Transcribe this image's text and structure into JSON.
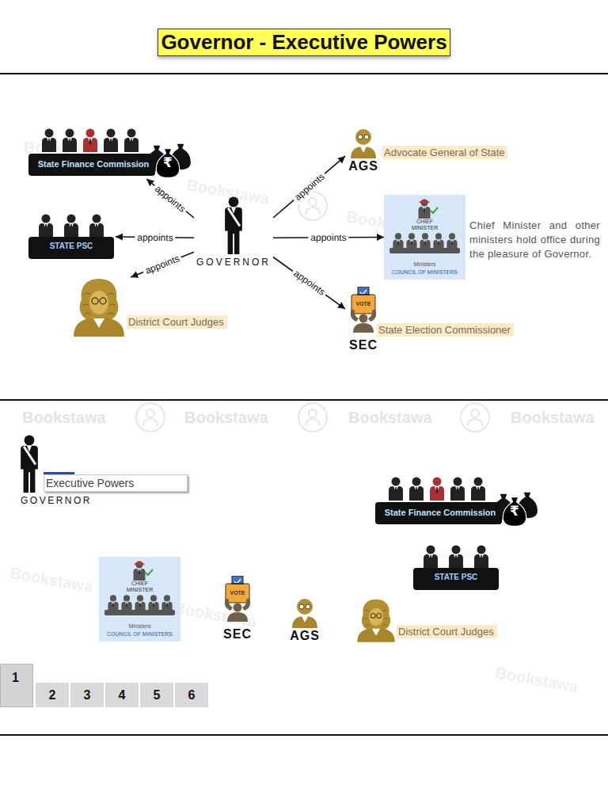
{
  "diagram": {
    "title": "Governor - Executive Powers",
    "nodes": [
      {
        "text": [
          "State Finance Commission"
        ]
      },
      {
        "text": [
          "Advocate General of State",
          "AGS"
        ]
      },
      {
        "text": [
          "STATE PSC"
        ]
      },
      {
        "text": [
          "GOVERNOR"
        ]
      },
      {
        "text": [
          "CHIEF MINISTER",
          "Ministers",
          "COUNCIL OF MINISTERS"
        ]
      },
      {
        "text": [
          "District Court Judges"
        ]
      },
      {
        "text": [
          "State Election Commissioner",
          "SEC"
        ]
      },
      {
        "text": [
          "GOVERNOR"
        ]
      },
      {
        "text": [
          "Executive Powers"
        ]
      },
      {
        "text": [
          "State Finance Commission"
        ]
      },
      {
        "text": [
          "STATE PSC"
        ]
      },
      {
        "text": [
          "CHIEF MINISTER",
          "Ministers",
          "COUNCIL OF MINISTERS"
        ]
      },
      {
        "text": [
          "SEC"
        ]
      },
      {
        "text": [
          "AGS"
        ]
      },
      {
        "text": [
          "District Court Judges"
        ]
      },
      {
        "text": [
          "1"
        ]
      },
      {
        "text": [
          "2"
        ]
      },
      {
        "text": [
          "3"
        ]
      },
      {
        "text": [
          "4"
        ]
      },
      {
        "text": [
          "5"
        ]
      },
      {
        "text": [
          "6"
        ]
      }
    ],
    "edges": [
      {
        "from": 3,
        "to": 0,
        "label": "appoints",
        "arrow": "to"
      },
      {
        "from": 3,
        "to": 1,
        "label": "appoints",
        "arrow": "to"
      },
      {
        "from": 3,
        "to": 2,
        "label": "appoints",
        "arrow": "to"
      },
      {
        "from": 3,
        "to": 4,
        "label": "appoints",
        "arrow": "to"
      },
      {
        "from": 3,
        "to": 5,
        "label": "appoints",
        "arrow": "to"
      },
      {
        "from": 3,
        "to": 6,
        "label": "appoints",
        "arrow": "to"
      }
    ],
    "labels": [
      "Chief Minister and other ministers hold office during the pleasure of Governor.",
      "₹",
      "VOTE",
      "₹",
      "VOTE",
      "Bookstawa",
      "Bookstawa",
      "Bookstawa",
      "Bookstawa",
      "Bookstawa",
      "Bookstawa",
      "Bookstawa",
      "Bookstawa",
      "Bookstawa",
      "Bookstawa"
    ]
  }
}
